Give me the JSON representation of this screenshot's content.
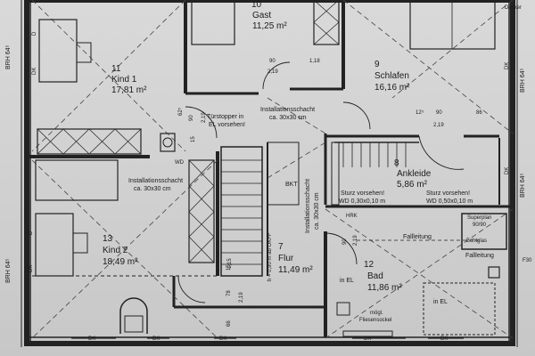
{
  "rooms": [
    {
      "id": "10",
      "name": "Gast",
      "area": "11,25 m²"
    },
    {
      "id": "11",
      "name": "Kind 1",
      "area": "17,81 m²"
    },
    {
      "id": "9",
      "name": "Schlafen",
      "area": "16,16 m²"
    },
    {
      "id": "8",
      "name": "Ankleide",
      "area": "5,86 m²"
    },
    {
      "id": "13",
      "name": "Kind 2",
      "area": "18,49 m²"
    },
    {
      "id": "7",
      "name": "Flur",
      "area": "11,49 m²"
    },
    {
      "id": "12",
      "name": "Bad",
      "area": "11,86 m²"
    }
  ],
  "notes": {
    "tuerstopper_1": "Türstopper in",
    "tuerstopper_2": "EL vorsehen!",
    "schacht_top_1": "Installationsschacht",
    "schacht_top_2": "ca. 30x30 cm",
    "schacht_left_1": "Installationsschacht",
    "schacht_left_2": "ca. 30x30 cm",
    "schacht_mid_1": "Installationsschacht",
    "schacht_mid_2": "ca. 30x30 cm",
    "sturz1_1": "Sturz vorsehen!",
    "sturz1_2": "WD 0,30x0,10 m",
    "sturz2_1": "Sturz vorsehen!",
    "sturz2_2": "WD 0,50x0,10 m",
    "fallleitung1": "Fallleitung",
    "fallleitung2": "Fallleitung",
    "superplan_1": "Superplan",
    "superplan_2": "90/90",
    "echtglas": "Echtglas",
    "in_el_1": "in EL",
    "in_el_2": "in EL",
    "moegl_1": "mögl.",
    "moegl_2": "Fliesensockel",
    "lh": "h = 0,90 m ab OKFF",
    "decker": "Decker",
    "bkt": "BKT",
    "hrk": "HRK",
    "wd": "WD",
    "f30": "F30"
  },
  "brh": {
    "left1": "BRH 64⁵",
    "left2": "BRH 64⁵",
    "right1": "BRH 64⁵",
    "right2": "BRH 64⁵"
  },
  "dims": {
    "d90a": "90",
    "d219a": "2,19",
    "d118": "1,18",
    "d125a": "12⁵",
    "d90b": "90",
    "d86": "86",
    "d219b": "2,19",
    "d90c": "90",
    "d219c": "2,19",
    "d15": "15",
    "d625": "62⁵",
    "d90d": "90",
    "d219d": "2,19",
    "d115": "1,15",
    "d78": "78",
    "d219e": "2,19",
    "d66": "66",
    "d15b": "15"
  },
  "labels": {
    "dk": "DK",
    "d": "D"
  }
}
